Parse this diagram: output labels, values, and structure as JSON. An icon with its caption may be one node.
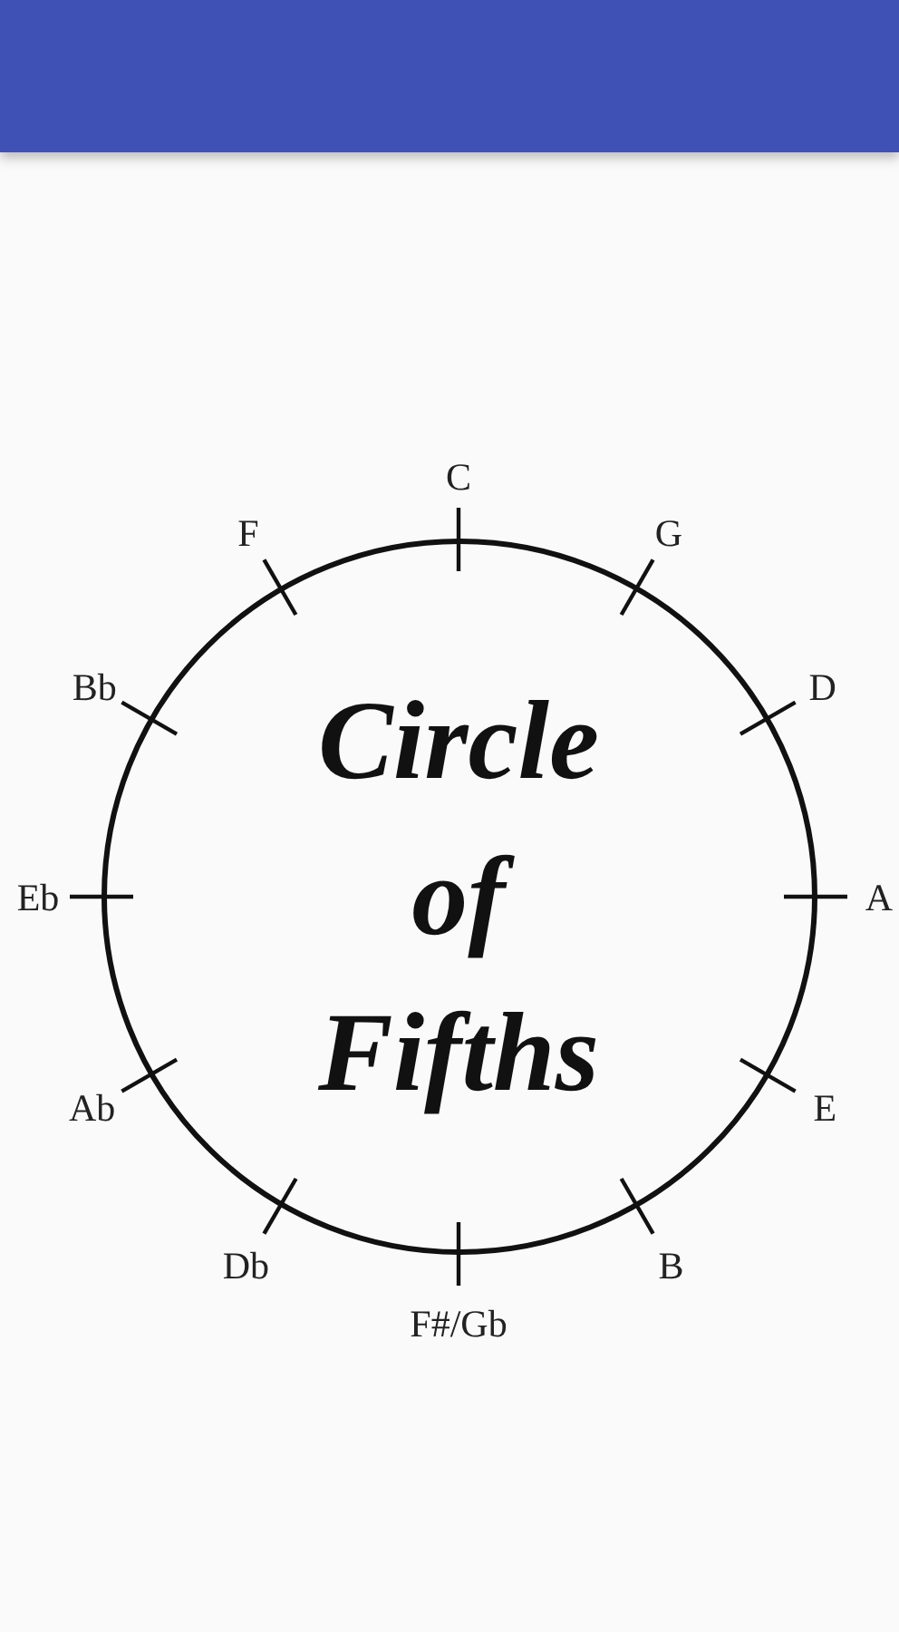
{
  "diagram": {
    "nodes": [
      {
        "text": [],
        "shape": "bar"
      },
      {
        "text": [
          "Circle of Fifths"
        ]
      }
    ],
    "labels": [
      "C",
      "G",
      "D",
      "A",
      "E",
      "B",
      "F#/Gb",
      "Db",
      "Ab",
      "Eb",
      "Bb",
      "F"
    ]
  }
}
